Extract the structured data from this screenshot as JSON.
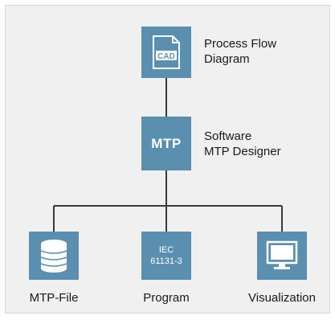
{
  "nodes": {
    "cad": {
      "icon": "cad-file-icon",
      "icon_text": "CAD",
      "label_line1": "Process Flow",
      "label_line2": "Diagram"
    },
    "mtp": {
      "icon": "mtp-tile-icon",
      "icon_text": "MTP",
      "label_line1": "Software",
      "label_line2": "MTP Designer"
    },
    "mtp_file": {
      "icon": "database-icon",
      "label": "MTP-File"
    },
    "program": {
      "icon": "iec-program-icon",
      "icon_line1": "IEC",
      "icon_line2": "61131-3",
      "label": "Program"
    },
    "visualization": {
      "icon": "monitor-icon",
      "label": "Visualization"
    }
  },
  "colors": {
    "tile": "#5a8fb0",
    "line": "#3a3a3a",
    "background": "#f0f0f0"
  }
}
